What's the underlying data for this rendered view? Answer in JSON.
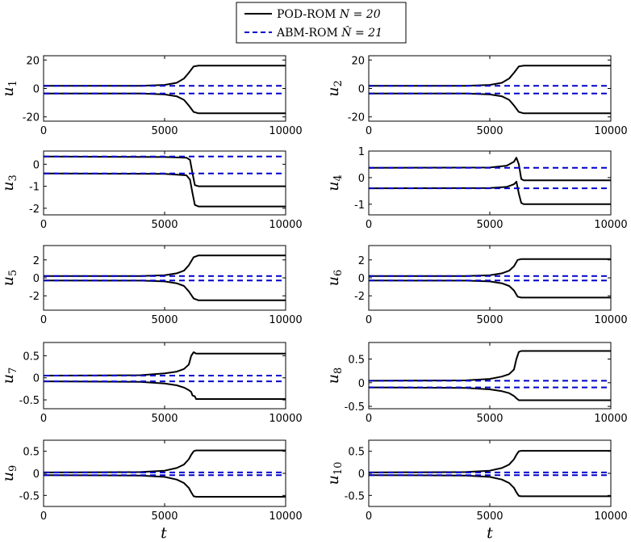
{
  "legend": {
    "items": [
      {
        "label": "POD-ROM",
        "math": "N = 20",
        "color": "#000000",
        "dash": "solid"
      },
      {
        "label": "ABM-ROM",
        "math": "N̂ = 21",
        "color": "#0000cc",
        "dash": "dashed"
      }
    ],
    "placement": "top-center"
  },
  "x_axis_label": "t",
  "chart_data": [
    {
      "type": "line",
      "ylabel": "u",
      "ysub": "1",
      "xlim": [
        0,
        10000
      ],
      "ylim": [
        -23,
        23
      ],
      "yticks": [
        -20,
        0,
        20
      ],
      "xticks": [
        0,
        5000,
        10000
      ],
      "series": [
        {
          "name": "POD-ROM N = 20",
          "color": "#000000",
          "dash": "solid",
          "x": [
            0,
            4000,
            5000,
            5500,
            5800,
            6000,
            6200,
            6400,
            10000
          ],
          "y": [
            -3.5,
            -3.6,
            -4.2,
            -5.5,
            -8,
            -12,
            -16.5,
            -17.5,
            -17.5
          ]
        },
        {
          "color": "#000000",
          "dash": "solid",
          "x": [
            0,
            4000,
            5000,
            5500,
            5800,
            6000,
            6200,
            6400,
            10000
          ],
          "y": [
            1.8,
            1.9,
            2.5,
            4,
            7,
            11,
            15.5,
            16,
            16
          ]
        },
        {
          "name": "ABM-ROM N̂ = 21",
          "color": "#0000cc",
          "dash": "dashed",
          "x": [
            0,
            10000
          ],
          "y": [
            1.8,
            1.8
          ]
        },
        {
          "color": "#0000cc",
          "dash": "dashed",
          "x": [
            0,
            10000
          ],
          "y": [
            -3.5,
            -3.5
          ]
        }
      ]
    },
    {
      "type": "line",
      "ylabel": "u",
      "ysub": "2",
      "xlim": [
        0,
        10000
      ],
      "ylim": [
        -23,
        23
      ],
      "yticks": [
        -20,
        0,
        20
      ],
      "xticks": [
        0,
        5000,
        10000
      ],
      "series": [
        {
          "color": "#000000",
          "dash": "solid",
          "x": [
            0,
            4000,
            5000,
            5500,
            5800,
            6000,
            6200,
            6400,
            10000
          ],
          "y": [
            -3.5,
            -3.6,
            -4.2,
            -5.5,
            -8,
            -12,
            -16.5,
            -17.5,
            -17.5
          ]
        },
        {
          "color": "#000000",
          "dash": "solid",
          "x": [
            0,
            4000,
            5000,
            5500,
            5800,
            6000,
            6200,
            6400,
            10000
          ],
          "y": [
            1.8,
            1.9,
            2.5,
            4,
            7,
            11,
            15.5,
            16,
            16
          ]
        },
        {
          "color": "#0000cc",
          "dash": "dashed",
          "x": [
            0,
            10000
          ],
          "y": [
            1.8,
            1.8
          ]
        },
        {
          "color": "#0000cc",
          "dash": "dashed",
          "x": [
            0,
            10000
          ],
          "y": [
            -3.5,
            -3.5
          ]
        }
      ]
    },
    {
      "type": "line",
      "ylabel": "u",
      "ysub": "3",
      "xlim": [
        0,
        10000
      ],
      "ylim": [
        -2.3,
        0.6
      ],
      "yticks": [
        -2,
        -1,
        0
      ],
      "xticks": [
        0,
        5000,
        10000
      ],
      "series": [
        {
          "color": "#000000",
          "dash": "solid",
          "x": [
            0,
            5000,
            5900,
            6050,
            6150,
            6250,
            6400,
            10000
          ],
          "y": [
            0.35,
            0.33,
            0.3,
            0.2,
            -0.4,
            -0.95,
            -1,
            -1
          ]
        },
        {
          "color": "#000000",
          "dash": "solid",
          "x": [
            0,
            5000,
            5900,
            6050,
            6150,
            6250,
            6400,
            10000
          ],
          "y": [
            -0.42,
            -0.44,
            -0.5,
            -0.7,
            -1.3,
            -1.85,
            -1.92,
            -1.92
          ]
        },
        {
          "color": "#0000cc",
          "dash": "dashed",
          "x": [
            0,
            10000
          ],
          "y": [
            0.35,
            0.35
          ]
        },
        {
          "color": "#0000cc",
          "dash": "dashed",
          "x": [
            0,
            10000
          ],
          "y": [
            -0.42,
            -0.42
          ]
        }
      ]
    },
    {
      "type": "line",
      "ylabel": "u",
      "ysub": "4",
      "xlim": [
        0,
        10000
      ],
      "ylim": [
        -1.4,
        1
      ],
      "yticks": [
        -1,
        0,
        1
      ],
      "xticks": [
        0,
        5000,
        10000
      ],
      "series": [
        {
          "color": "#000000",
          "dash": "solid",
          "x": [
            0,
            5000,
            5700,
            6000,
            6100,
            6200,
            6300,
            6400,
            10000
          ],
          "y": [
            0.37,
            0.38,
            0.45,
            0.6,
            0.75,
            0.5,
            -0.05,
            -0.1,
            -0.1
          ]
        },
        {
          "color": "#000000",
          "dash": "solid",
          "x": [
            0,
            5000,
            5700,
            6000,
            6100,
            6200,
            6300,
            6400,
            10000
          ],
          "y": [
            -0.4,
            -0.39,
            -0.35,
            -0.25,
            -0.15,
            -0.6,
            -0.95,
            -1,
            -1
          ]
        },
        {
          "color": "#0000cc",
          "dash": "dashed",
          "x": [
            0,
            10000
          ],
          "y": [
            0.37,
            0.37
          ]
        },
        {
          "color": "#0000cc",
          "dash": "dashed",
          "x": [
            0,
            10000
          ],
          "y": [
            -0.4,
            -0.4
          ]
        }
      ]
    },
    {
      "type": "line",
      "ylabel": "u",
      "ysub": "5",
      "xlim": [
        0,
        10000
      ],
      "ylim": [
        -3.6,
        3.6
      ],
      "yticks": [
        -2,
        0,
        2
      ],
      "xticks": [
        0,
        5000,
        10000
      ],
      "series": [
        {
          "color": "#000000",
          "dash": "solid",
          "x": [
            0,
            4000,
            5000,
            5500,
            5800,
            6000,
            6200,
            6400,
            10000
          ],
          "y": [
            -0.3,
            -0.31,
            -0.4,
            -0.6,
            -0.9,
            -1.5,
            -2.3,
            -2.5,
            -2.5
          ]
        },
        {
          "color": "#000000",
          "dash": "solid",
          "x": [
            0,
            4000,
            5000,
            5500,
            5800,
            6000,
            6200,
            6400,
            10000
          ],
          "y": [
            0.2,
            0.21,
            0.3,
            0.5,
            0.8,
            1.4,
            2.3,
            2.5,
            2.5
          ]
        },
        {
          "color": "#0000cc",
          "dash": "dashed",
          "x": [
            0,
            10000
          ],
          "y": [
            0.2,
            0.2
          ]
        },
        {
          "color": "#0000cc",
          "dash": "dashed",
          "x": [
            0,
            10000
          ],
          "y": [
            -0.3,
            -0.3
          ]
        }
      ]
    },
    {
      "type": "line",
      "ylabel": "u",
      "ysub": "6",
      "xlim": [
        0,
        10000
      ],
      "ylim": [
        -3.6,
        3.6
      ],
      "yticks": [
        -2,
        0,
        2
      ],
      "xticks": [
        0,
        5000,
        10000
      ],
      "series": [
        {
          "color": "#000000",
          "dash": "solid",
          "x": [
            0,
            4000,
            5000,
            5500,
            5800,
            6000,
            6150,
            6300,
            10000
          ],
          "y": [
            -0.3,
            -0.31,
            -0.4,
            -0.6,
            -0.9,
            -1.4,
            -2.1,
            -2.2,
            -2.2
          ]
        },
        {
          "color": "#000000",
          "dash": "solid",
          "x": [
            0,
            4000,
            5000,
            5500,
            5800,
            6000,
            6150,
            6300,
            10000
          ],
          "y": [
            0.2,
            0.21,
            0.3,
            0.5,
            0.8,
            1.3,
            2.0,
            2.1,
            2.1
          ]
        },
        {
          "color": "#0000cc",
          "dash": "dashed",
          "x": [
            0,
            10000
          ],
          "y": [
            0.2,
            0.2
          ]
        },
        {
          "color": "#0000cc",
          "dash": "dashed",
          "x": [
            0,
            10000
          ],
          "y": [
            -0.3,
            -0.3
          ]
        }
      ]
    },
    {
      "type": "line",
      "ylabel": "u",
      "ysub": "7",
      "xlim": [
        0,
        10000
      ],
      "ylim": [
        -0.7,
        0.8
      ],
      "yticks": [
        -0.5,
        0,
        0.5
      ],
      "xticks": [
        0,
        5000,
        10000
      ],
      "series": [
        {
          "color": "#000000",
          "dash": "solid",
          "x": [
            0,
            4000,
            5000,
            5500,
            5800,
            6000,
            6100,
            6200,
            6300,
            10000
          ],
          "y": [
            0.05,
            0.06,
            0.1,
            0.14,
            0.2,
            0.3,
            0.5,
            0.58,
            0.55,
            0.55
          ]
        },
        {
          "color": "#000000",
          "dash": "solid",
          "x": [
            0,
            4000,
            5000,
            5500,
            5800,
            6000,
            6100,
            6150,
            6250,
            6300,
            10000
          ],
          "y": [
            -0.08,
            -0.09,
            -0.13,
            -0.17,
            -0.22,
            -0.28,
            -0.32,
            -0.4,
            -0.42,
            -0.48,
            -0.48
          ]
        },
        {
          "color": "#0000cc",
          "dash": "dashed",
          "x": [
            0,
            10000
          ],
          "y": [
            0.05,
            0.05
          ]
        },
        {
          "color": "#0000cc",
          "dash": "dashed",
          "x": [
            0,
            10000
          ],
          "y": [
            -0.08,
            -0.08
          ]
        }
      ]
    },
    {
      "type": "line",
      "ylabel": "u",
      "ysub": "8",
      "xlim": [
        0,
        10000
      ],
      "ylim": [
        -0.55,
        0.85
      ],
      "yticks": [
        -0.5,
        0,
        0.5
      ],
      "xticks": [
        0,
        5000,
        10000
      ],
      "series": [
        {
          "color": "#000000",
          "dash": "solid",
          "x": [
            0,
            4000,
            5000,
            5500,
            5800,
            6000,
            6100,
            6200,
            6300,
            10000
          ],
          "y": [
            0.04,
            0.05,
            0.08,
            0.13,
            0.18,
            0.28,
            0.5,
            0.65,
            0.67,
            0.67
          ]
        },
        {
          "color": "#000000",
          "dash": "solid",
          "x": [
            0,
            4000,
            5000,
            5500,
            5800,
            6000,
            6100,
            6200,
            6300,
            10000
          ],
          "y": [
            -0.1,
            -0.11,
            -0.14,
            -0.18,
            -0.22,
            -0.28,
            -0.33,
            -0.37,
            -0.37,
            -0.37
          ]
        },
        {
          "color": "#0000cc",
          "dash": "dashed",
          "x": [
            0,
            10000
          ],
          "y": [
            0.04,
            0.04
          ]
        },
        {
          "color": "#0000cc",
          "dash": "dashed",
          "x": [
            0,
            10000
          ],
          "y": [
            -0.1,
            -0.1
          ]
        }
      ]
    },
    {
      "type": "line",
      "ylabel": "u",
      "ysub": "9",
      "xlim": [
        0,
        10000
      ],
      "ylim": [
        -0.75,
        0.75
      ],
      "yticks": [
        -0.5,
        0,
        0.5
      ],
      "xticks": [
        0,
        5000,
        10000
      ],
      "series": [
        {
          "color": "#000000",
          "dash": "solid",
          "x": [
            0,
            4000,
            5000,
            5500,
            5800,
            6000,
            6100,
            6200,
            6300,
            10000
          ],
          "y": [
            0.02,
            0.03,
            0.06,
            0.12,
            0.2,
            0.32,
            0.42,
            0.5,
            0.52,
            0.52
          ]
        },
        {
          "color": "#000000",
          "dash": "solid",
          "x": [
            0,
            4000,
            5000,
            5500,
            5800,
            6000,
            6100,
            6200,
            6300,
            10000
          ],
          "y": [
            -0.04,
            -0.05,
            -0.08,
            -0.14,
            -0.22,
            -0.33,
            -0.43,
            -0.52,
            -0.53,
            -0.53
          ]
        },
        {
          "color": "#0000cc",
          "dash": "dashed",
          "x": [
            0,
            10000
          ],
          "y": [
            0.02,
            0.02
          ]
        },
        {
          "color": "#0000cc",
          "dash": "dashed",
          "x": [
            0,
            10000
          ],
          "y": [
            -0.04,
            -0.04
          ]
        }
      ]
    },
    {
      "type": "line",
      "ylabel": "u",
      "ysub": "10",
      "xlim": [
        0,
        10000
      ],
      "ylim": [
        -0.75,
        0.75
      ],
      "yticks": [
        -0.5,
        0,
        0.5
      ],
      "xticks": [
        0,
        5000,
        10000
      ],
      "series": [
        {
          "color": "#000000",
          "dash": "solid",
          "x": [
            0,
            4000,
            5000,
            5500,
            5800,
            6000,
            6100,
            6200,
            6300,
            10000
          ],
          "y": [
            0.02,
            0.03,
            0.06,
            0.12,
            0.2,
            0.32,
            0.42,
            0.5,
            0.51,
            0.51
          ]
        },
        {
          "color": "#000000",
          "dash": "solid",
          "x": [
            0,
            4000,
            5000,
            5500,
            5800,
            6000,
            6100,
            6200,
            6300,
            10000
          ],
          "y": [
            -0.04,
            -0.05,
            -0.08,
            -0.14,
            -0.22,
            -0.33,
            -0.43,
            -0.51,
            -0.52,
            -0.52
          ]
        },
        {
          "color": "#0000cc",
          "dash": "dashed",
          "x": [
            0,
            10000
          ],
          "y": [
            0.02,
            0.02
          ]
        },
        {
          "color": "#0000cc",
          "dash": "dashed",
          "x": [
            0,
            10000
          ],
          "y": [
            -0.04,
            -0.04
          ]
        }
      ]
    }
  ]
}
